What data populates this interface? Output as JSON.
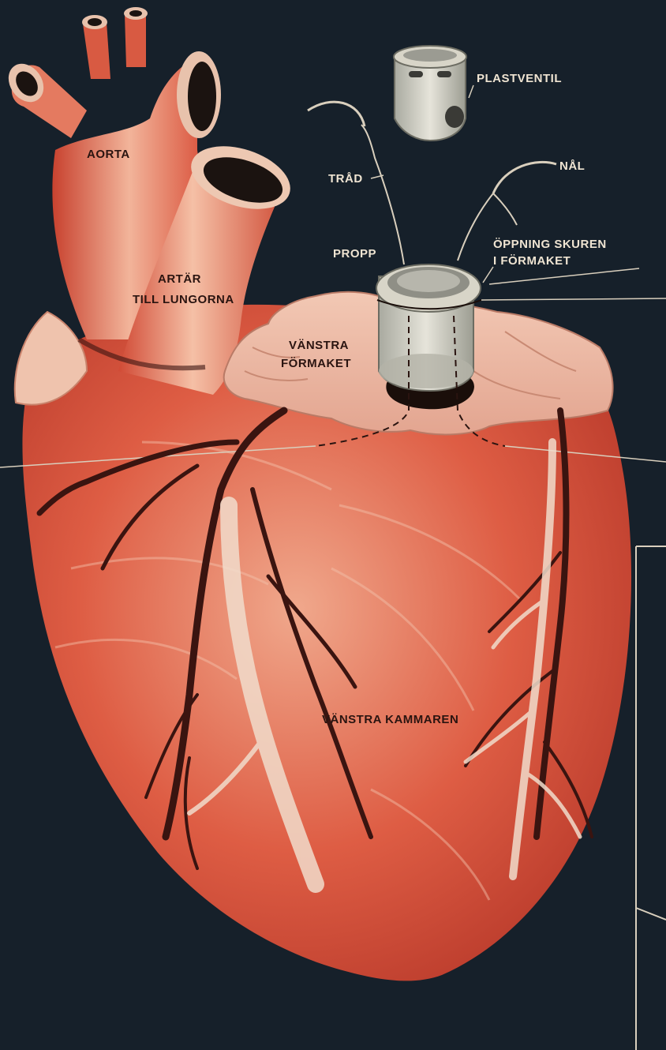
{
  "labels": {
    "aorta": "AORTA",
    "plastventil": "PLASTVENTIL",
    "trad": "TRÅD",
    "nal": "NÅL",
    "propp": "PROPP",
    "oppning_line1": "ÖPPNING SKUREN",
    "oppning_line2": "I FÖRMAKET",
    "artar_line1": "ARTÄR",
    "artar_line2": "TILL LUNGORNA",
    "vanstra_formaket_line1": "VÄNSTRA",
    "vanstra_formaket_line2": "FÖRMAKET",
    "vanstra_kammaren": "VÄNSTRA KAMMAREN"
  },
  "colors": {
    "background": "#16202a",
    "heart_red": "#d9513a",
    "heart_light": "#f0b8a0",
    "vessel_dark": "#3a1410",
    "cream": "#e8ddc8",
    "label_light": "#efe4d2"
  }
}
